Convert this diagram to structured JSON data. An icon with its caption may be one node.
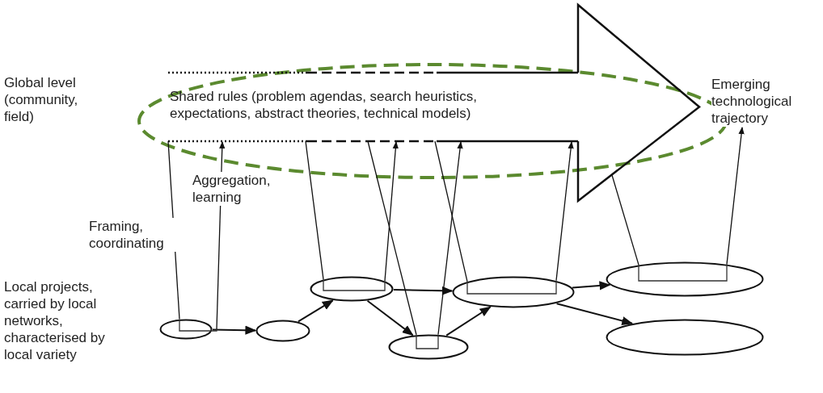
{
  "diagram": {
    "nodes": [
      {
        "text": [
          "Shared rules (problem agendas, search heuristics, expectations, abstract theories, technical models)"
        ]
      },
      {
        "text": [
          "Emerging technological trajectory"
        ]
      },
      {
        "text": [],
        "shape": "ellipse"
      },
      {
        "text": [],
        "shape": "ellipse"
      },
      {
        "text": [],
        "shape": "ellipse"
      },
      {
        "text": [],
        "shape": "ellipse"
      },
      {
        "text": [],
        "shape": "ellipse"
      },
      {
        "text": [],
        "shape": "ellipse"
      },
      {
        "text": [],
        "shape": "ellipse"
      }
    ],
    "edges": [
      {
        "from": 2,
        "to": 3,
        "arrow": "to"
      },
      {
        "from": 3,
        "to": 4,
        "arrow": "to"
      },
      {
        "from": 4,
        "to": 5,
        "arrow": "to"
      },
      {
        "from": 4,
        "to": 6,
        "arrow": "to"
      },
      {
        "from": 5,
        "to": 6,
        "arrow": "to"
      },
      {
        "from": 6,
        "to": 7,
        "arrow": "to"
      },
      {
        "from": 6,
        "to": 8,
        "arrow": "to"
      },
      {
        "from": 0,
        "to": 2,
        "arrow": "none"
      },
      {
        "from": 2,
        "to": 0,
        "arrow": "to"
      },
      {
        "from": 0,
        "to": 4,
        "arrow": "none"
      },
      {
        "from": 4,
        "to": 0,
        "arrow": "to"
      },
      {
        "from": 0,
        "to": 5,
        "arrow": "none"
      },
      {
        "from": 5,
        "to": 0,
        "arrow": "to"
      },
      {
        "from": 0,
        "to": 6,
        "arrow": "none"
      },
      {
        "from": 6,
        "to": 0,
        "arrow": "to"
      },
      {
        "from": 0,
        "to": 7,
        "arrow": "none"
      },
      {
        "from": 7,
        "to": 1,
        "arrow": "to"
      }
    ],
    "labels": [
      "Global level (community, field)",
      "Aggregation, learning",
      "Framing, coordinating",
      "Local projects, carried by local networks, characterised by local variety"
    ]
  }
}
